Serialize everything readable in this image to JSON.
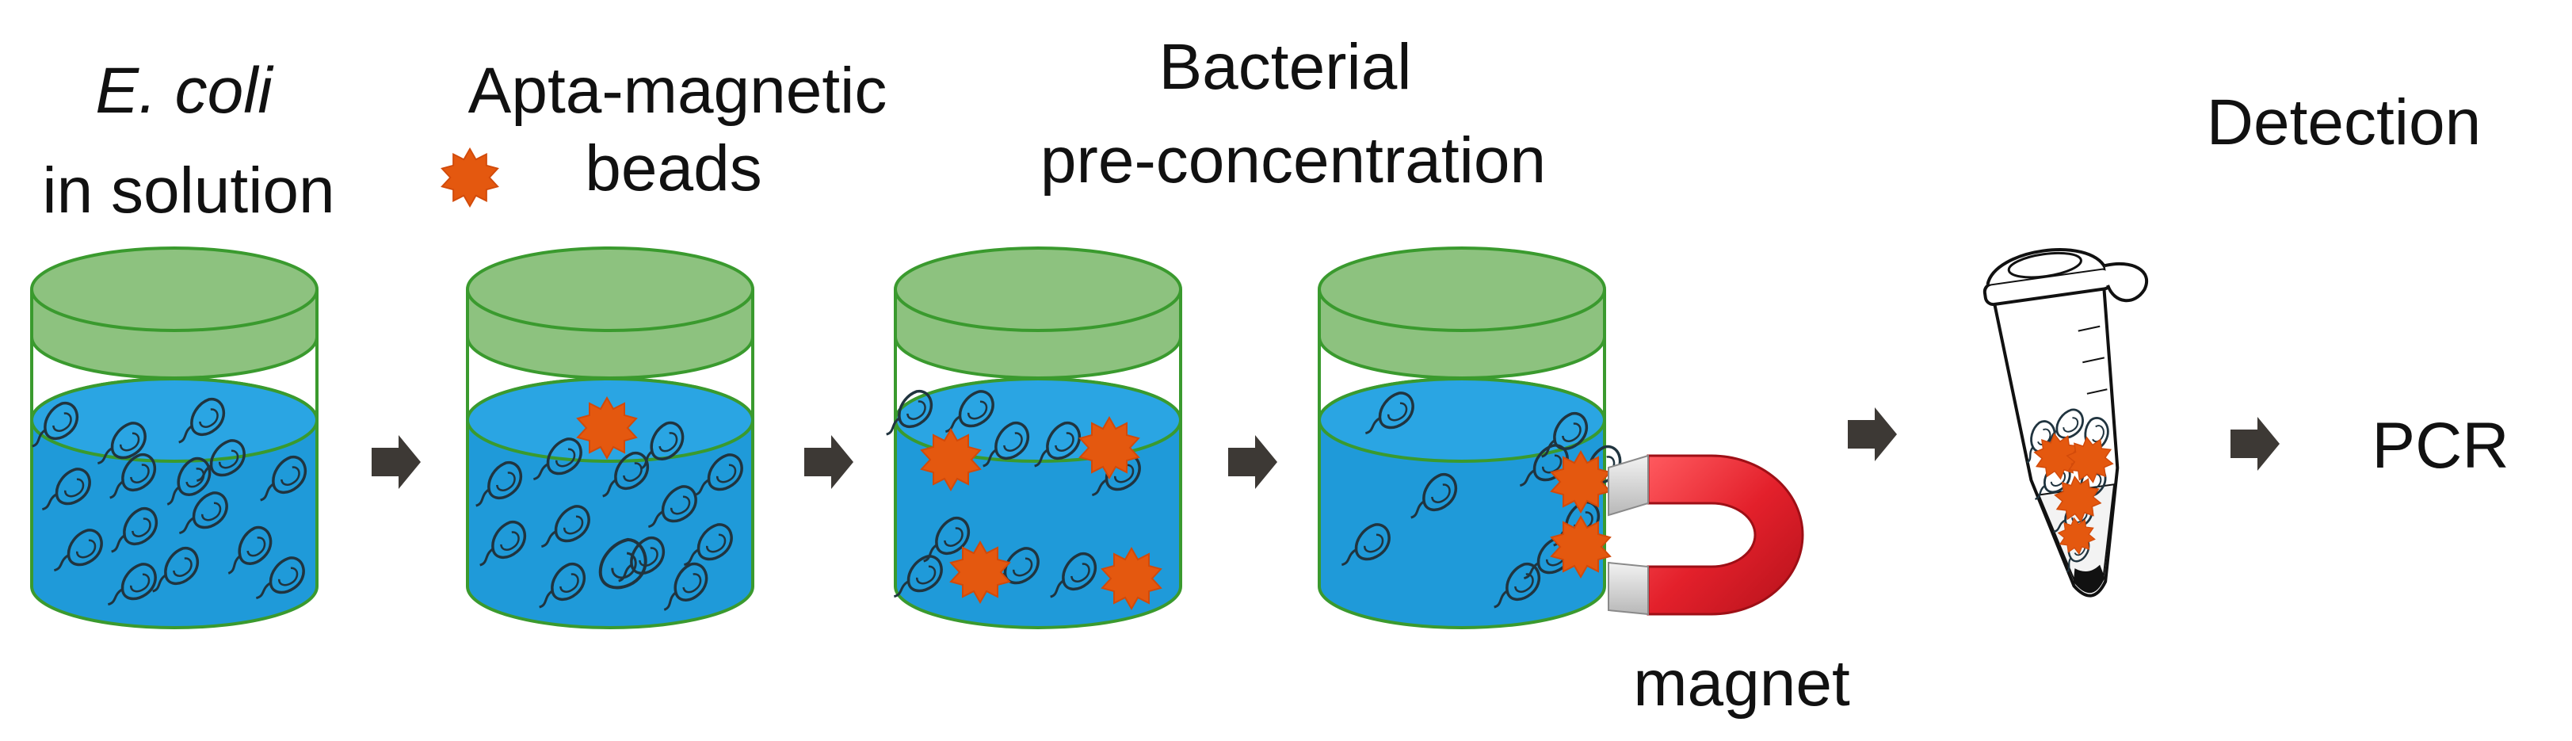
{
  "steps": [
    {
      "line1": "E. coli",
      "line2": "in solution"
    },
    {
      "line1": "Apta-magnetic",
      "line2": "beads"
    },
    {
      "line1": "Bacterial",
      "line2": "pre-concentration"
    },
    {
      "line1": "Detection",
      "line2": ""
    }
  ],
  "magnet_label": "magnet",
  "result_label": "PCR",
  "colors": {
    "lid": "#8dc27f",
    "jar_outline": "#3a9a2e",
    "liquid": "#1f9ad9",
    "liquid_top": "#2aa5e3",
    "bead": "#e4580f",
    "magnet": "#e3202b",
    "arrow": "#3d3935"
  },
  "icons": {
    "jar": "jar-icon",
    "bead": "bead-icon",
    "bacterium": "bacterium-icon",
    "magnet": "horseshoe-magnet-icon",
    "tube": "microcentrifuge-tube-icon",
    "arrow": "arrow-right-icon"
  }
}
